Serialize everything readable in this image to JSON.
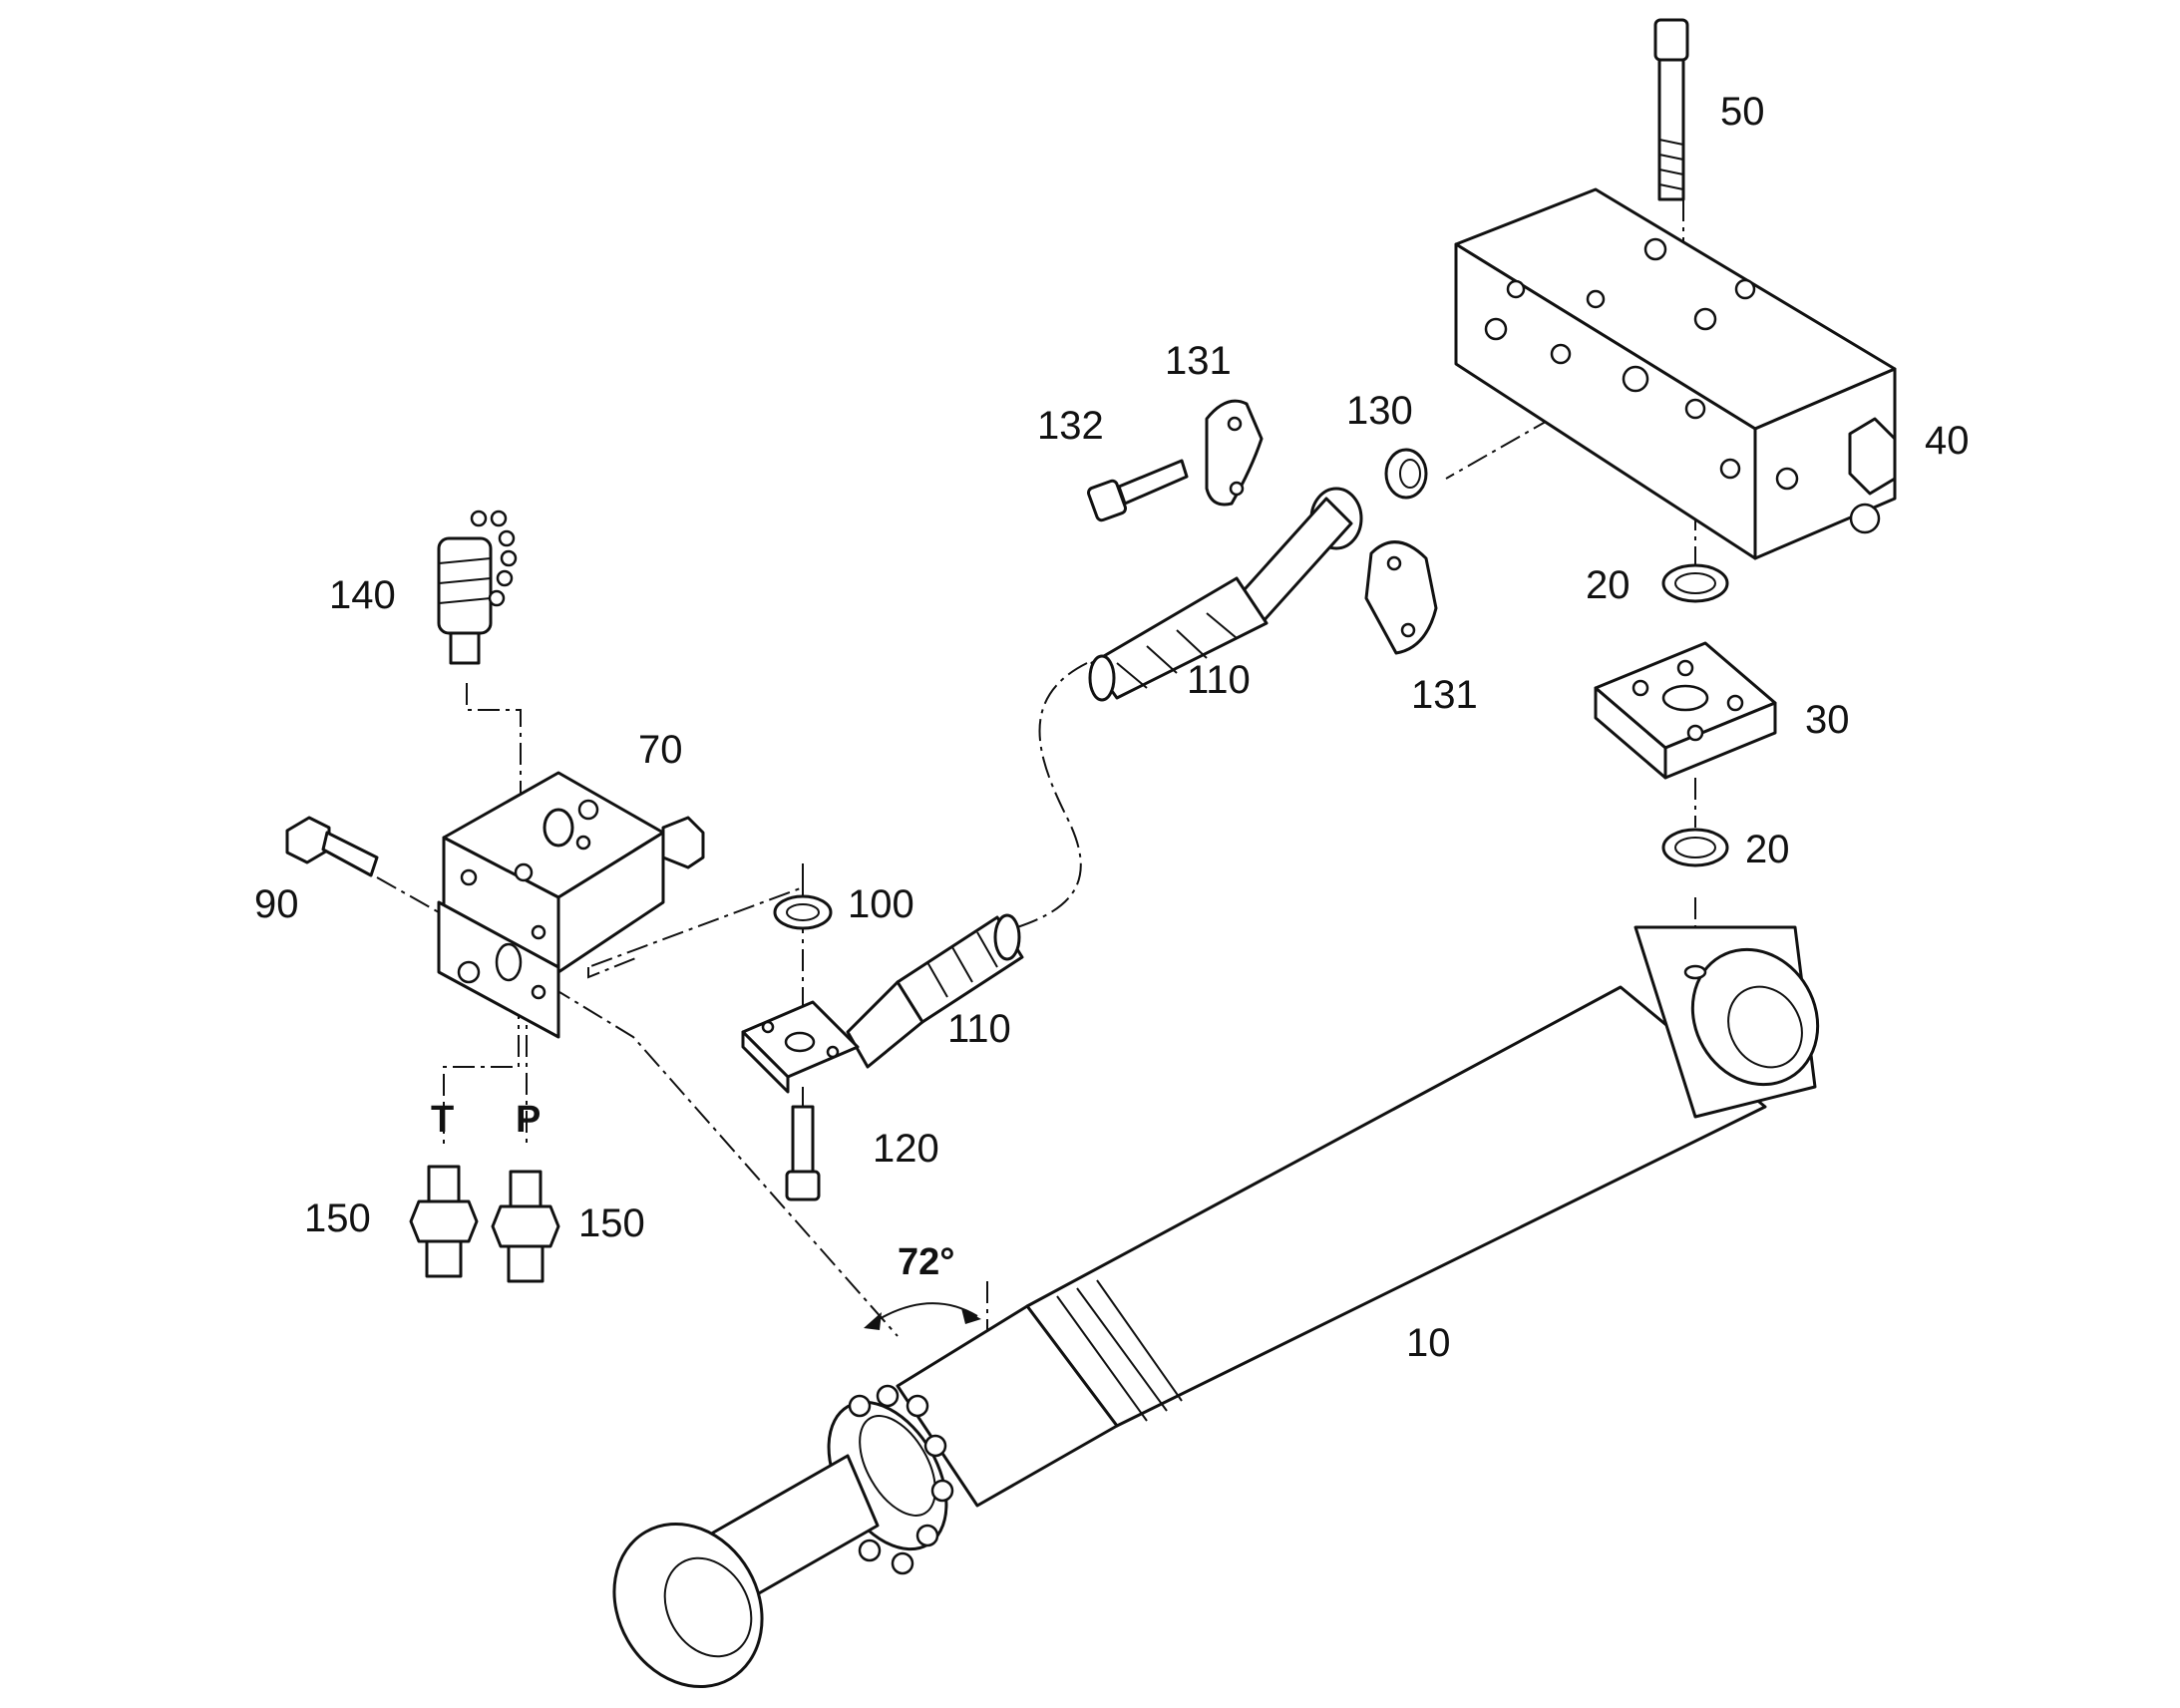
{
  "colors": {
    "line": "#111111",
    "background": "#ffffff"
  },
  "callouts": [
    {
      "id": "10",
      "text": "10"
    },
    {
      "id": "20a",
      "text": "20"
    },
    {
      "id": "20b",
      "text": "20"
    },
    {
      "id": "30",
      "text": "30"
    },
    {
      "id": "40",
      "text": "40"
    },
    {
      "id": "50",
      "text": "50"
    },
    {
      "id": "70",
      "text": "70"
    },
    {
      "id": "90",
      "text": "90"
    },
    {
      "id": "100",
      "text": "100"
    },
    {
      "id": "110a",
      "text": "110"
    },
    {
      "id": "110b",
      "text": "110"
    },
    {
      "id": "120",
      "text": "120"
    },
    {
      "id": "130",
      "text": "130"
    },
    {
      "id": "131a",
      "text": "131"
    },
    {
      "id": "131b",
      "text": "131"
    },
    {
      "id": "132",
      "text": "132"
    },
    {
      "id": "140",
      "text": "140"
    },
    {
      "id": "150a",
      "text": "150"
    },
    {
      "id": "150b",
      "text": "150"
    }
  ],
  "port_labels": {
    "tank": "T",
    "pressure": "P"
  },
  "angle_label": "72°"
}
